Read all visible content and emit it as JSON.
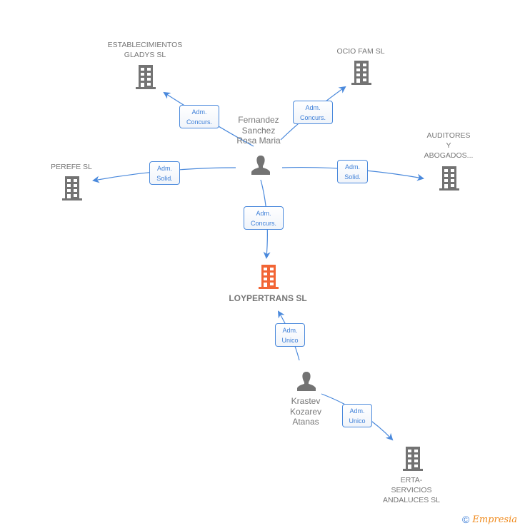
{
  "colors": {
    "edge": "#4a89dc",
    "node": "#737373",
    "focus_node": "#f26535"
  },
  "nodes": [
    {
      "id": "establecimientos",
      "type": "company",
      "lines": [
        "ESTABLECIMIENTOS",
        "GLADYS SL"
      ]
    },
    {
      "id": "ociofam",
      "type": "company",
      "lines": [
        "OCIO FAM SL"
      ]
    },
    {
      "id": "fernandez",
      "type": "person",
      "lines": [
        "Fernandez",
        "Sanchez",
        "Rosa Maria"
      ]
    },
    {
      "id": "auditores",
      "type": "company",
      "lines": [
        "AUDITORES",
        "Y",
        "ABOGADOS..."
      ]
    },
    {
      "id": "perefe",
      "type": "company",
      "lines": [
        "PEREFE SL"
      ]
    },
    {
      "id": "loypertrans",
      "type": "focus-company",
      "lines": [
        "LOYPERTRANS SL"
      ]
    },
    {
      "id": "krastev",
      "type": "person",
      "lines": [
        "Krastev",
        "Kozarev",
        "Atanas"
      ]
    },
    {
      "id": "erta",
      "type": "company",
      "lines": [
        "ERTA-",
        "SERVICIOS",
        "ANDALUCES SL"
      ]
    }
  ],
  "edges": [
    {
      "from": "fernandez",
      "to": "establecimientos",
      "label": [
        "Adm.",
        "Concurs."
      ]
    },
    {
      "from": "fernandez",
      "to": "ociofam",
      "label": [
        "Adm.",
        "Concurs."
      ]
    },
    {
      "from": "fernandez",
      "to": "perefe",
      "label": [
        "Adm.",
        "Solid."
      ]
    },
    {
      "from": "fernandez",
      "to": "auditores",
      "label": [
        "Adm.",
        "Solid."
      ]
    },
    {
      "from": "fernandez",
      "to": "loypertrans",
      "label": [
        "Adm.",
        "Concurs."
      ]
    },
    {
      "from": "krastev",
      "to": "loypertrans",
      "label": [
        "Adm.",
        "Unico"
      ]
    },
    {
      "from": "krastev",
      "to": "erta",
      "label": [
        "Adm.",
        "Unico"
      ]
    }
  ],
  "footer": {
    "copyright_symbol": "©",
    "brand": "Empresia"
  }
}
